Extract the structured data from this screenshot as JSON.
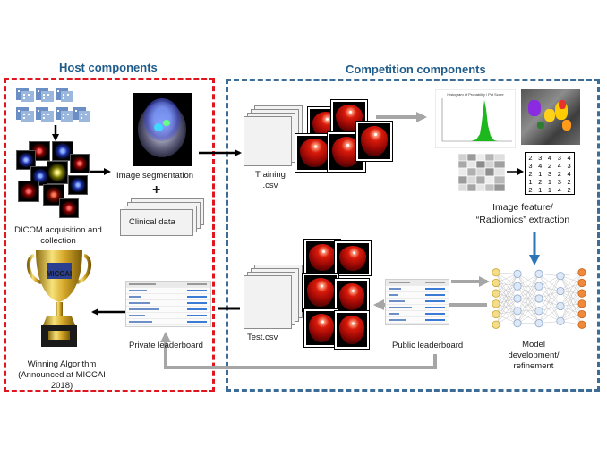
{
  "titles": {
    "host": "Host components",
    "competition": "Competition components"
  },
  "labels": {
    "dicom": "DICOM acquisition and collection",
    "image_segmentation": "Image segmentation",
    "plus": "+",
    "clinical_data": "Clinical data",
    "training": "Training .csv",
    "test": "Test.csv",
    "image_feature": "Image feature/ “Radiomics” extraction",
    "model": "Model development/ refinement",
    "public_leaderboard": "Public leaderboard",
    "private_leaderboard": "Private leaderboard",
    "winning": "Winning Algorithm (Announced at MICCAI 2018)",
    "trophy_text": "MICCAI"
  },
  "matrix": {
    "rows": [
      [
        "2",
        "3",
        "4",
        "3",
        "4"
      ],
      [
        "3",
        "4",
        "2",
        "4",
        "3"
      ],
      [
        "2",
        "1",
        "3",
        "2",
        "4"
      ],
      [
        "1",
        "2",
        "1",
        "3",
        "2"
      ],
      [
        "2",
        "1",
        "1",
        "4",
        "2"
      ]
    ]
  },
  "histogram_title": "Histogram of Probability / Pct Score",
  "colors": {
    "host_border": "#e0161f",
    "competition_border": "#3d6d96",
    "title_text": "#1f5c8a",
    "flow_arrow": "#000000",
    "feedback_arrow": "#a6a6a6",
    "feature_arrow": "#2e75b6",
    "tumor_red": "#c0100a"
  }
}
